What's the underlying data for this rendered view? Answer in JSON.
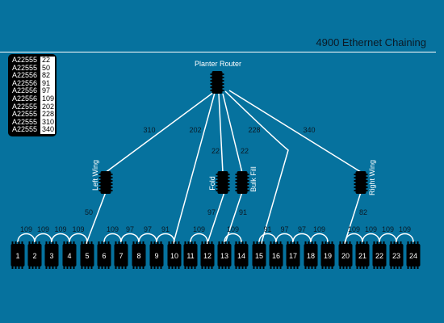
{
  "header": {
    "title": "4900 Ethernet Chaining"
  },
  "legend": [
    {
      "id": "A22555",
      "value": "22"
    },
    {
      "id": "A22555",
      "value": "50"
    },
    {
      "id": "A22556",
      "value": "82"
    },
    {
      "id": "A22556",
      "value": "91"
    },
    {
      "id": "A22556",
      "value": "97"
    },
    {
      "id": "A22556",
      "value": "109"
    },
    {
      "id": "A22555",
      "value": "202"
    },
    {
      "id": "A22555",
      "value": "228"
    },
    {
      "id": "A22555",
      "value": "310"
    },
    {
      "id": "A22555",
      "value": "340"
    }
  ],
  "switches": {
    "router": "Planter Router",
    "left_wing": "Left Wing",
    "fold": "Fold",
    "bulk_fill": "Bulk Fill",
    "right_wing": "Right Wing"
  },
  "router_links": [
    {
      "to": "left_wing",
      "label": "310"
    },
    {
      "to": "row_10",
      "label": "202"
    },
    {
      "to": "fold",
      "label": "22"
    },
    {
      "to": "bulk_fill",
      "label": "22"
    },
    {
      "to": "row_15",
      "label": "228"
    },
    {
      "to": "right_wing",
      "label": "340"
    }
  ],
  "drop_links": [
    {
      "from": "left_wing",
      "to": "row_5",
      "label": "50"
    },
    {
      "from": "fold",
      "to": "row_12",
      "label": "97"
    },
    {
      "from": "bulk_fill",
      "to": "row_13",
      "label": "91"
    },
    {
      "from": "right_wing",
      "to": "row_20",
      "label": "82"
    }
  ],
  "row_modules": [
    "1",
    "2",
    "3",
    "4",
    "5",
    "6",
    "7",
    "8",
    "9",
    "10",
    "11",
    "12",
    "13",
    "14",
    "15",
    "16",
    "17",
    "18",
    "19",
    "20",
    "21",
    "22",
    "23",
    "24"
  ],
  "chain_links": [
    {
      "from": "1",
      "to": "2",
      "label": "109"
    },
    {
      "from": "2",
      "to": "3",
      "label": "109"
    },
    {
      "from": "3",
      "to": "4",
      "label": "109"
    },
    {
      "from": "4",
      "to": "5",
      "label": "109"
    },
    {
      "from": "6",
      "to": "7",
      "label": "109"
    },
    {
      "from": "7",
      "to": "8",
      "label": "97"
    },
    {
      "from": "8",
      "to": "9",
      "label": "97"
    },
    {
      "from": "9",
      "to": "10",
      "label": "91"
    },
    {
      "from": "11",
      "to": "12",
      "label": "109"
    },
    {
      "from": "13",
      "to": "14",
      "label": "109"
    },
    {
      "from": "15",
      "to": "16",
      "label": "91"
    },
    {
      "from": "16",
      "to": "17",
      "label": "97"
    },
    {
      "from": "17",
      "to": "18",
      "label": "97"
    },
    {
      "from": "18",
      "to": "19",
      "label": "109"
    },
    {
      "from": "20",
      "to": "21",
      "label": "109"
    },
    {
      "from": "21",
      "to": "22",
      "label": "109"
    },
    {
      "from": "22",
      "to": "23",
      "label": "109"
    },
    {
      "from": "23",
      "to": "24",
      "label": "109"
    }
  ],
  "colors": {
    "background": "#06729e",
    "line": "#ffffff",
    "device": "#000000",
    "text": "#0b1a26"
  }
}
